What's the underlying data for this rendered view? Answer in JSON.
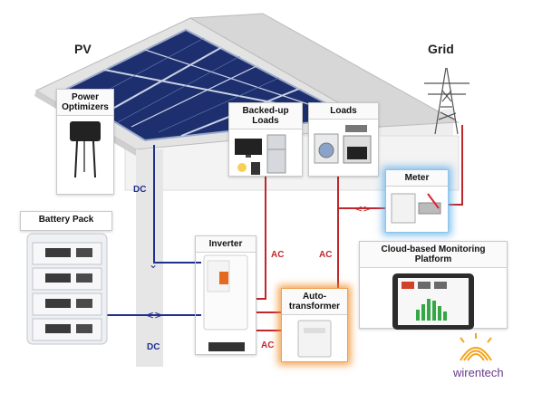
{
  "labels": {
    "pv": "PV",
    "grid": "Grid",
    "power_optimizers": "Power Optimizers",
    "backed_up_loads": "Backed-up Loads",
    "loads": "Loads",
    "meter": "Meter",
    "battery_pack": "Battery Pack",
    "inverter": "Inverter",
    "autotransformer": "Auto-transformer",
    "cloud_platform": "Cloud-based Monitoring Platform"
  },
  "connections": {
    "dc_pv": "DC",
    "dc_battery": "DC",
    "ac_backed": "AC",
    "ac_loads": "AC",
    "ac_auto": "AC"
  },
  "brand": "wirentech",
  "colors": {
    "dc_line": "#1f2f8c",
    "ac_line": "#c0272d",
    "meter_glow": "#5aaae6",
    "auto_glow": "#f08c28",
    "brand_sun": "#f2a51a"
  },
  "icons": {
    "solar_panels": "solar-panel-icon",
    "optimizer": "power-optimizer-icon",
    "tv": "tv-icon",
    "fridge": "fridge-icon",
    "bulb": "bulb-icon",
    "washer": "washer-icon",
    "stove": "stove-icon",
    "meter": "meter-icon",
    "tower": "transmission-tower-icon",
    "tablet": "tablet-icon",
    "battery": "battery-rack-icon",
    "inverter": "inverter-icon",
    "autotransformer": "autotransformer-icon",
    "brand_logo": "sun-logo-icon"
  }
}
